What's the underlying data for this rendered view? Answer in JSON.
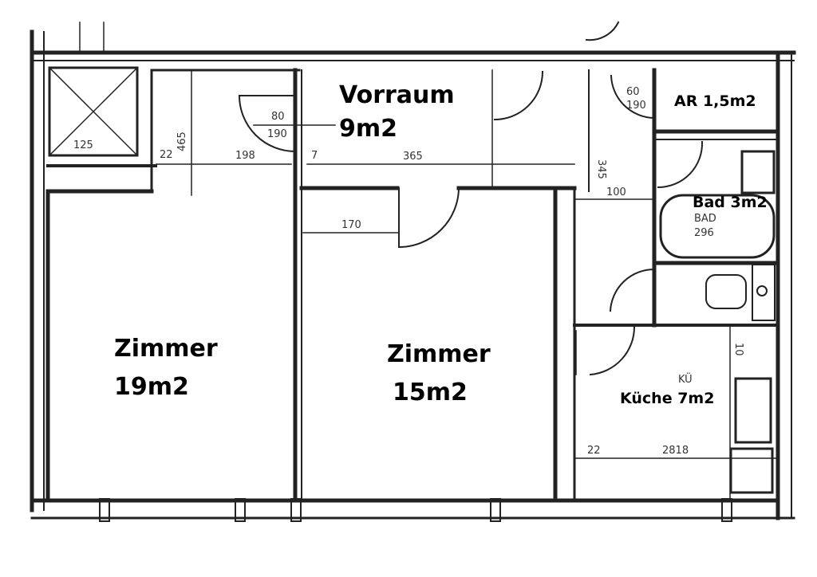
{
  "rooms": {
    "vorraum": {
      "name": "Vorraum",
      "area": "9m2"
    },
    "zimmer1": {
      "name": "Zimmer",
      "area": "19m2"
    },
    "zimmer2": {
      "name": "Zimmer",
      "area": "15m2"
    },
    "ar": {
      "label": "AR 1,5m2"
    },
    "bad": {
      "label": "Bad 3m2"
    },
    "kueche": {
      "label": "Küche 7m2"
    }
  },
  "annotations": {
    "dim_125": "125",
    "dim_22a": "22",
    "dim_198": "198",
    "dim_465": "465",
    "dim_7": "7",
    "dim_365": "365",
    "dim_80": "80",
    "dim_190a": "190",
    "dim_170": "170",
    "dim_100": "100",
    "dim_60": "60",
    "dim_190b": "190",
    "dim_BAD": "BAD",
    "dim_296": "296",
    "dim_KU": "KÜ",
    "dim_22b": "22",
    "dim_2818": "2818",
    "dim_345": "345",
    "dim_10": "10"
  }
}
